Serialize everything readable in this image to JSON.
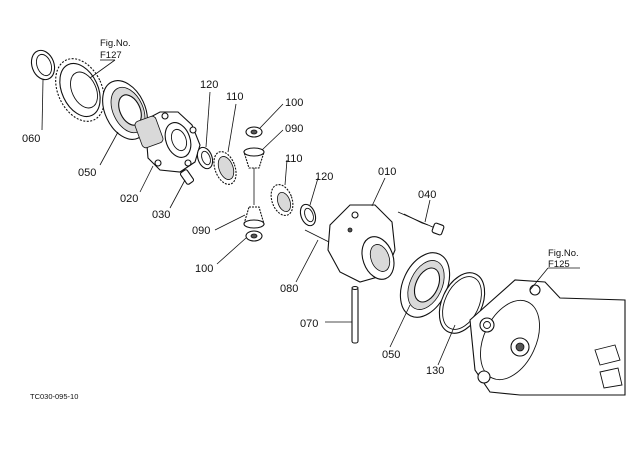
{
  "figure_refs": [
    {
      "line1": "Fig.No.",
      "line2": "F127"
    },
    {
      "line1": "Fig.No.",
      "line2": "F125"
    }
  ],
  "part_labels": {
    "p060": "060",
    "p050a": "050",
    "p020": "020",
    "p030": "030",
    "p120a": "120",
    "p110a": "110",
    "p100a": "100",
    "p090a": "090",
    "p110b": "110",
    "p120b": "120",
    "p090b": "090",
    "p100b": "100",
    "p080": "080",
    "p010": "010",
    "p040": "040",
    "p070": "070",
    "p050b": "050",
    "p130": "130"
  },
  "drawing_code": "TC030-095-10"
}
